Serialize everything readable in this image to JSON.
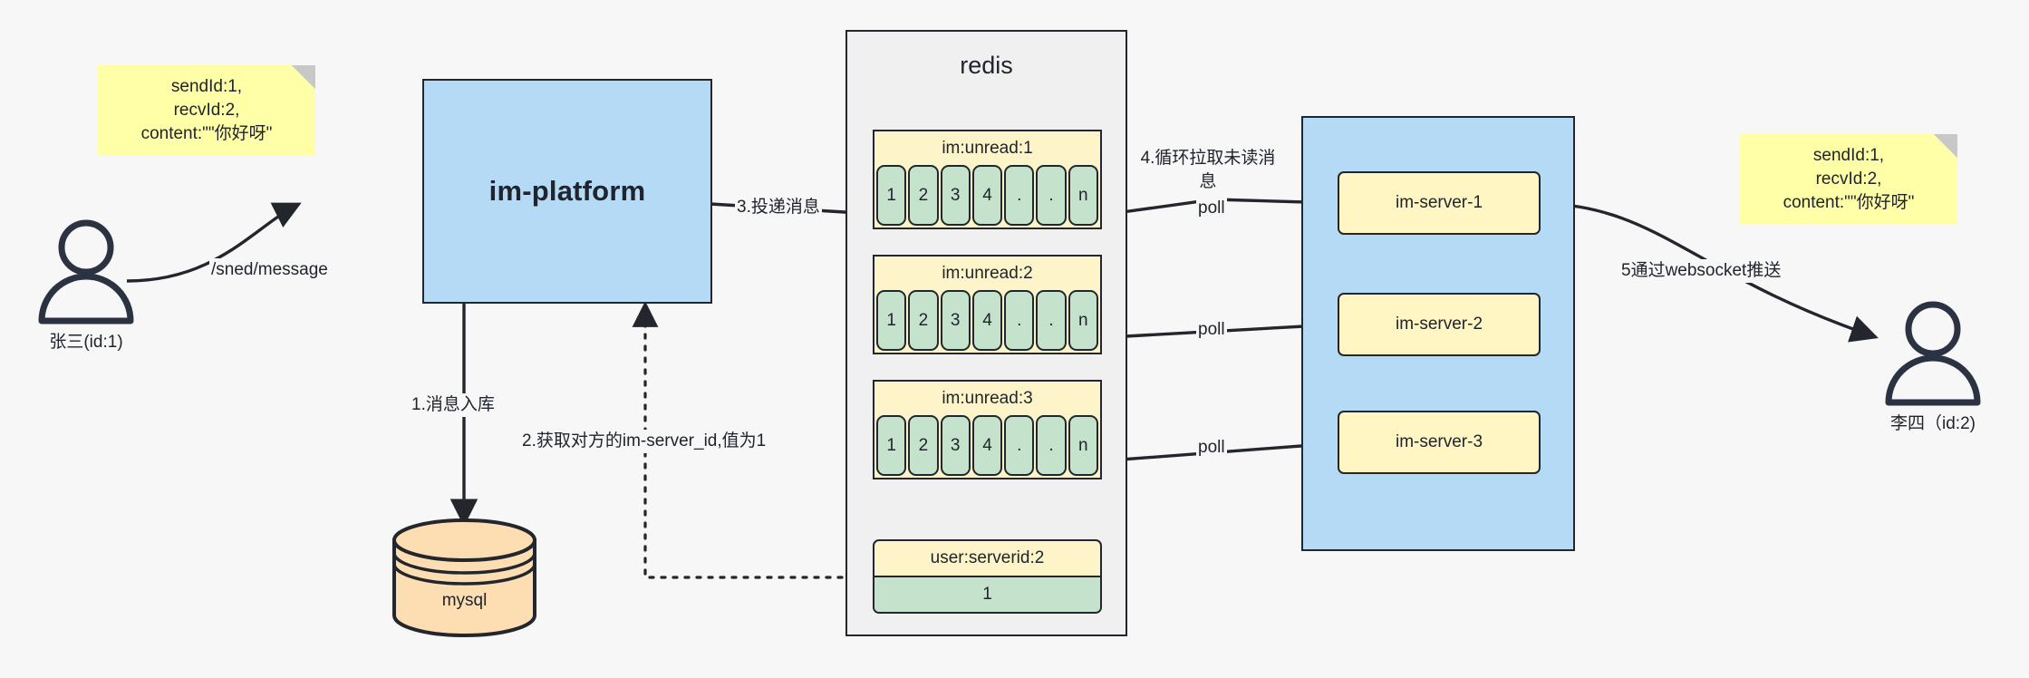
{
  "diagram": {
    "title": "IM message delivery architecture",
    "background": "#f7f7f7"
  },
  "colors": {
    "sticky": "#ffffa8",
    "process_blue": "#b5daf5",
    "server_yellow": "#fff6c4",
    "list_header_yellow": "#fdf5c9",
    "list_cell_green": "#c5e3cc",
    "db_orange": "#fcdeb2",
    "stroke": "#23262c",
    "container_grey": "#f0f0f0"
  },
  "notes": {
    "left": "sendId:1,\nrecvId:2,\ncontent:\"\"你好呀\"",
    "right": "sendId:1,\nrecvId:2,\ncontent:\"\"你好呀\""
  },
  "actors": {
    "sender": {
      "label": "张三(id:1)",
      "icon": "person-icon"
    },
    "receiver": {
      "label": "李四（id:2)",
      "icon": "person-icon"
    }
  },
  "nodes": {
    "platform": "im-platform",
    "mysql": "mysql",
    "redis_title": "redis",
    "servers": [
      "im-server-1",
      "im-server-2",
      "im-server-3"
    ]
  },
  "redis": {
    "lists": [
      {
        "key": "im:unread:1",
        "cells": [
          "1",
          "2",
          "3",
          "4",
          ".",
          ".",
          "n"
        ]
      },
      {
        "key": "im:unread:2",
        "cells": [
          "1",
          "2",
          "3",
          "4",
          ".",
          ".",
          "n"
        ]
      },
      {
        "key": "im:unread:3",
        "cells": [
          "1",
          "2",
          "3",
          "4",
          ".",
          ".",
          "n"
        ]
      }
    ],
    "kv": {
      "key": "user:serverid:2",
      "value": "1"
    }
  },
  "edges": {
    "send_message": "/sned/message",
    "step1": "1.消息入库",
    "step2": "2.获取对方的im-server_id,值为1",
    "step3": "3.投递消息",
    "step4": "4.循环拉取未读消\n息",
    "poll1": "poll",
    "poll2": "poll",
    "poll3": "poll",
    "step5": "5通过websocket推送"
  }
}
